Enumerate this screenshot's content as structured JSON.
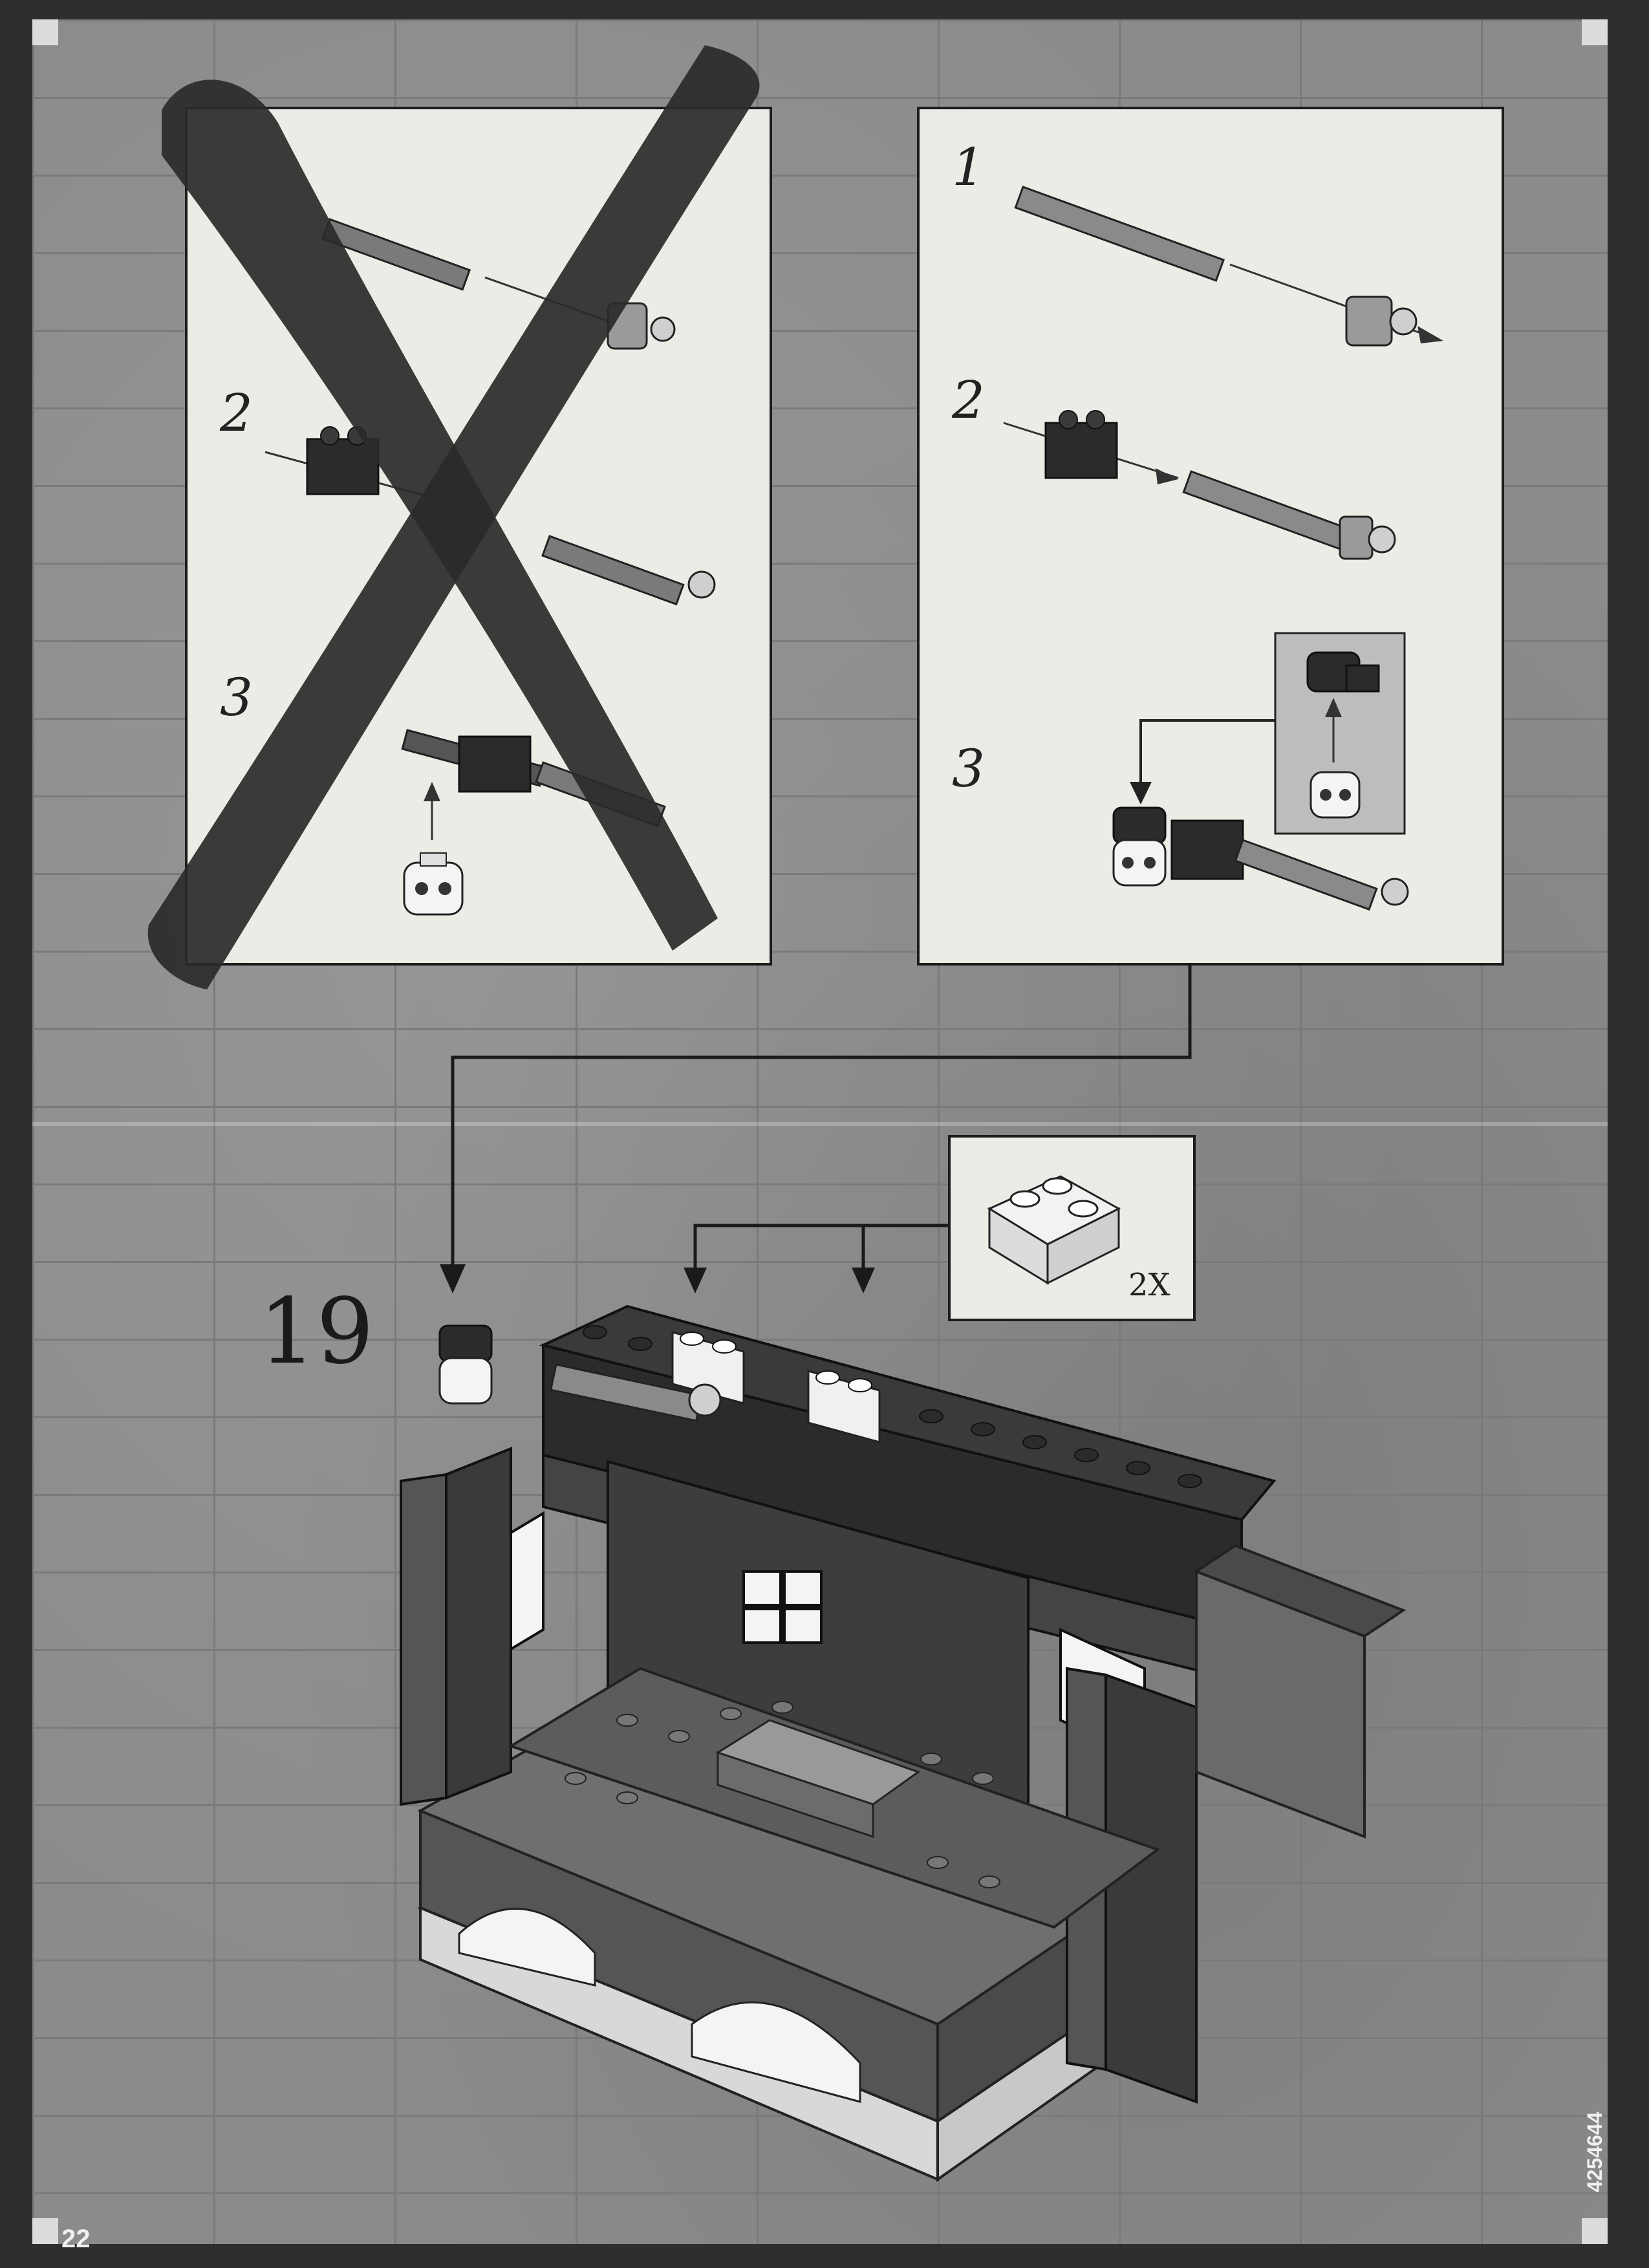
{
  "page": {
    "page_number": "22",
    "code": "4254644"
  },
  "left_panel": {
    "crossed_out": true,
    "steps": [
      {
        "label": "2"
      },
      {
        "label": "3"
      }
    ]
  },
  "right_panel": {
    "steps": [
      {
        "label": "1"
      },
      {
        "label": "2"
      },
      {
        "label": "3"
      }
    ]
  },
  "main_step": {
    "number": "19",
    "parts_callout": {
      "quantity": "2X"
    }
  },
  "colors": {
    "frame": "#2e2e2e",
    "stone_wall": "#8b8b8b",
    "panel_bg": "#ecebe6",
    "dark_brick": "#2b2b2b",
    "mid_brick": "#6f6f6f",
    "light_brick": "#e8e8e8"
  }
}
